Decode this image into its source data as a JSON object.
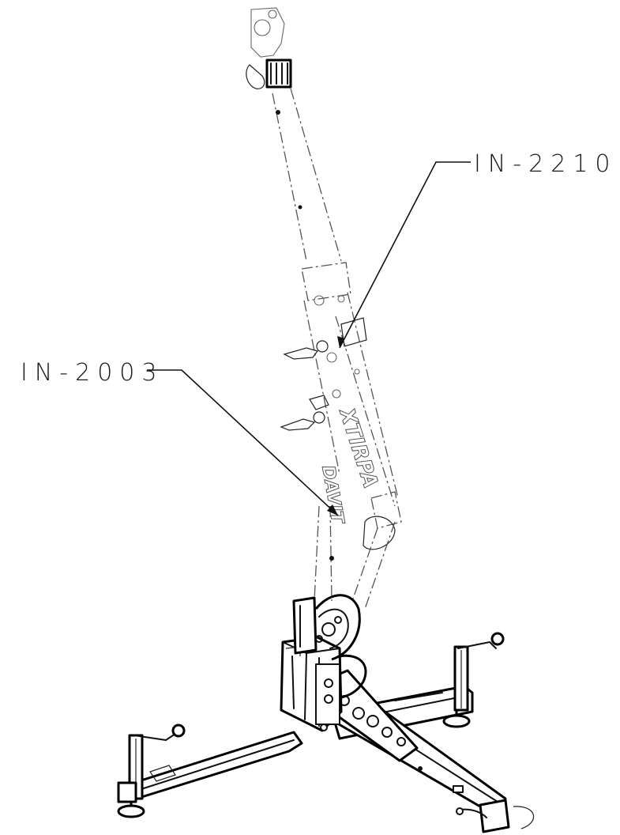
{
  "callouts": [
    {
      "id": "upper",
      "label": "IN-2210"
    },
    {
      "id": "lower",
      "label": "IN-2003"
    }
  ],
  "branding": {
    "mast_text_upper": "XTIRPA",
    "mast_text_lower": "DAVIT"
  },
  "colors": {
    "line": "#111111",
    "ghost_line": "#555555",
    "background": "#ffffff"
  }
}
